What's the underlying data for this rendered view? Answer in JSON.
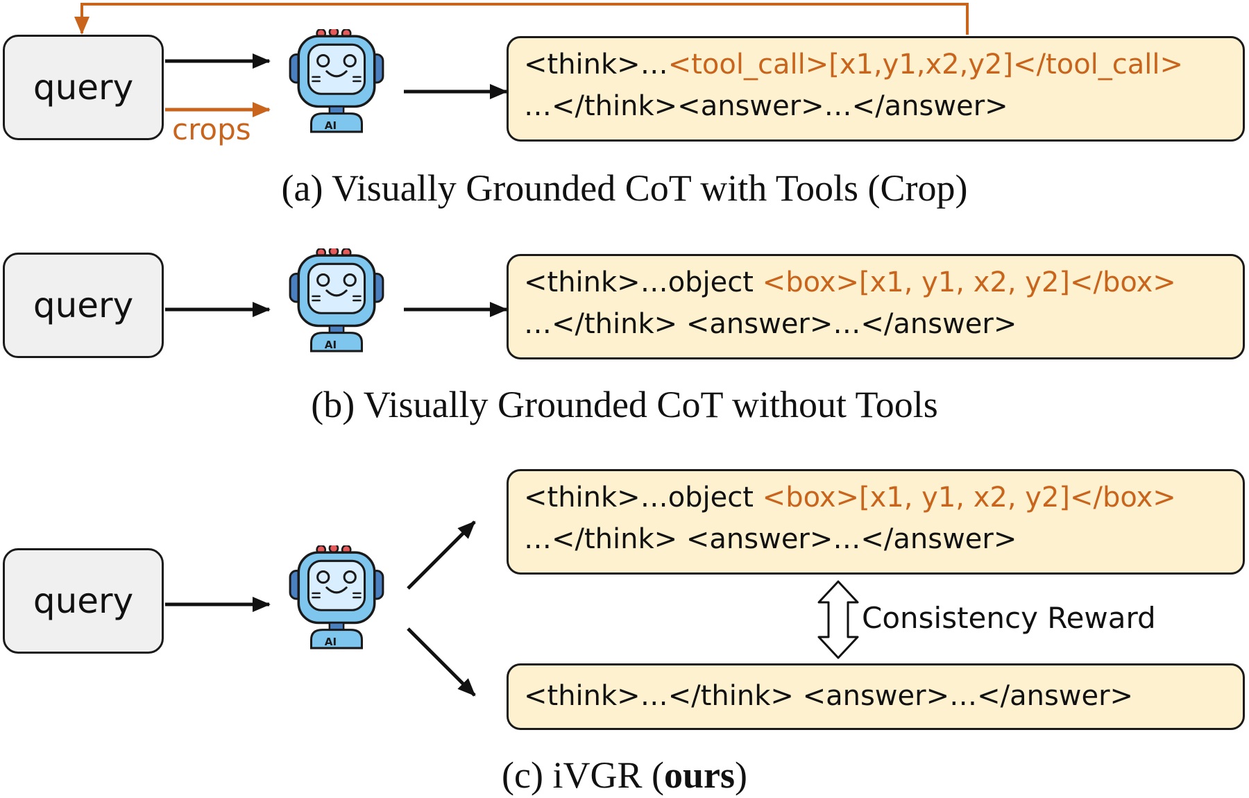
{
  "colors": {
    "accent": "#c8641c",
    "output_bg": "#fdf1cf",
    "query_bg": "#f0f0f0",
    "robot_blue": "#7fc6ef"
  },
  "icons": [
    "robot-ai-icon"
  ],
  "robot_badge": "AI",
  "panel_a": {
    "query": "query",
    "crops_label": "crops",
    "line1_prefix": "<think>…",
    "line1_tool": "<tool_call>[x1,y1,x2,y2]</tool_call>",
    "line2": "…</think><answer>…</answer>",
    "caption": "(a) Visually Grounded CoT with Tools (Crop)"
  },
  "panel_b": {
    "query": "query",
    "line1_prefix": "<think>…object ",
    "line1_box": "<box>[x1, y1, x2, y2]</box>",
    "line2": "…</think> <answer>…</answer>",
    "caption": "(b) Visually Grounded CoT without Tools"
  },
  "panel_c": {
    "query": "query",
    "top_line1_prefix": "<think>…object ",
    "top_line1_box": "<box>[x1, y1, x2, y2]</box>",
    "top_line2": "…</think> <answer>…</answer>",
    "reward_label": "Consistency Reward",
    "bottom_line": "<think>…</think> <answer>…</answer>",
    "caption_prefix": "(c) iVGR (",
    "caption_bold": "ours",
    "caption_suffix": ")"
  }
}
